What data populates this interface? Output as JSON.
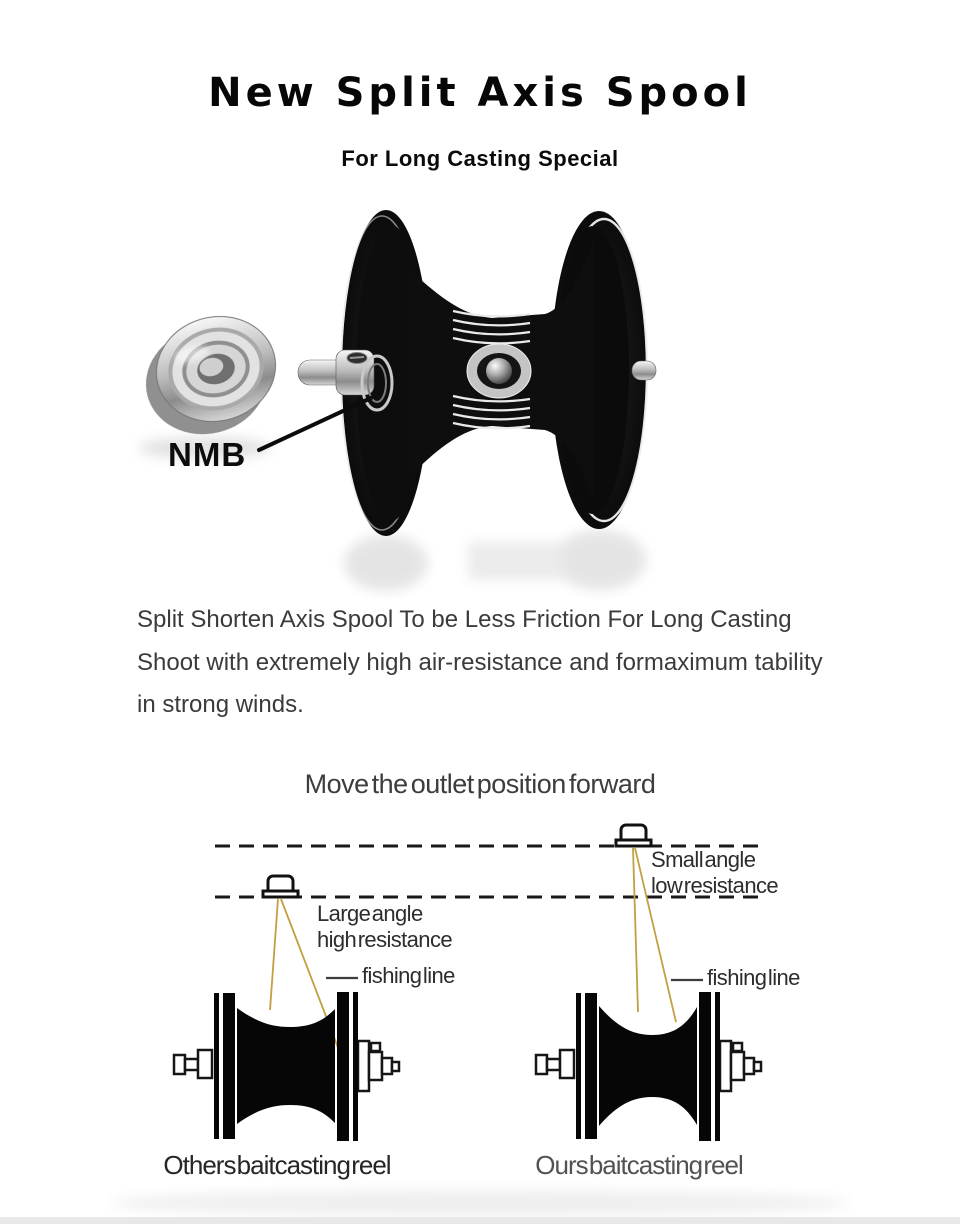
{
  "header": {
    "title": "New Split Axis Spool",
    "subtitle": "For Long Casting Special"
  },
  "hero": {
    "bearing_label": "NMB"
  },
  "description": {
    "lines": [
      "Split Shorten Axis Spool To be Less Friction For Long Casting",
      "Shoot with extremely high air-resistance and formaximum tability",
      "in strong winds."
    ]
  },
  "diagram": {
    "heading": "Move the outlet position forward",
    "left": {
      "angle_line1": "Large angle",
      "angle_line2": "high resistance",
      "line_label": "fishing line",
      "caption": "Others baitcasting reel"
    },
    "right": {
      "angle_line1": "Small angle",
      "angle_line2": "low resistance",
      "line_label": "fishing line",
      "caption": "Ours baitcasting reel"
    },
    "colors": {
      "fishing_line": "#c2a041",
      "dash_line": "#191919"
    },
    "icons": {
      "line_guide": "line-guide-icon"
    }
  }
}
